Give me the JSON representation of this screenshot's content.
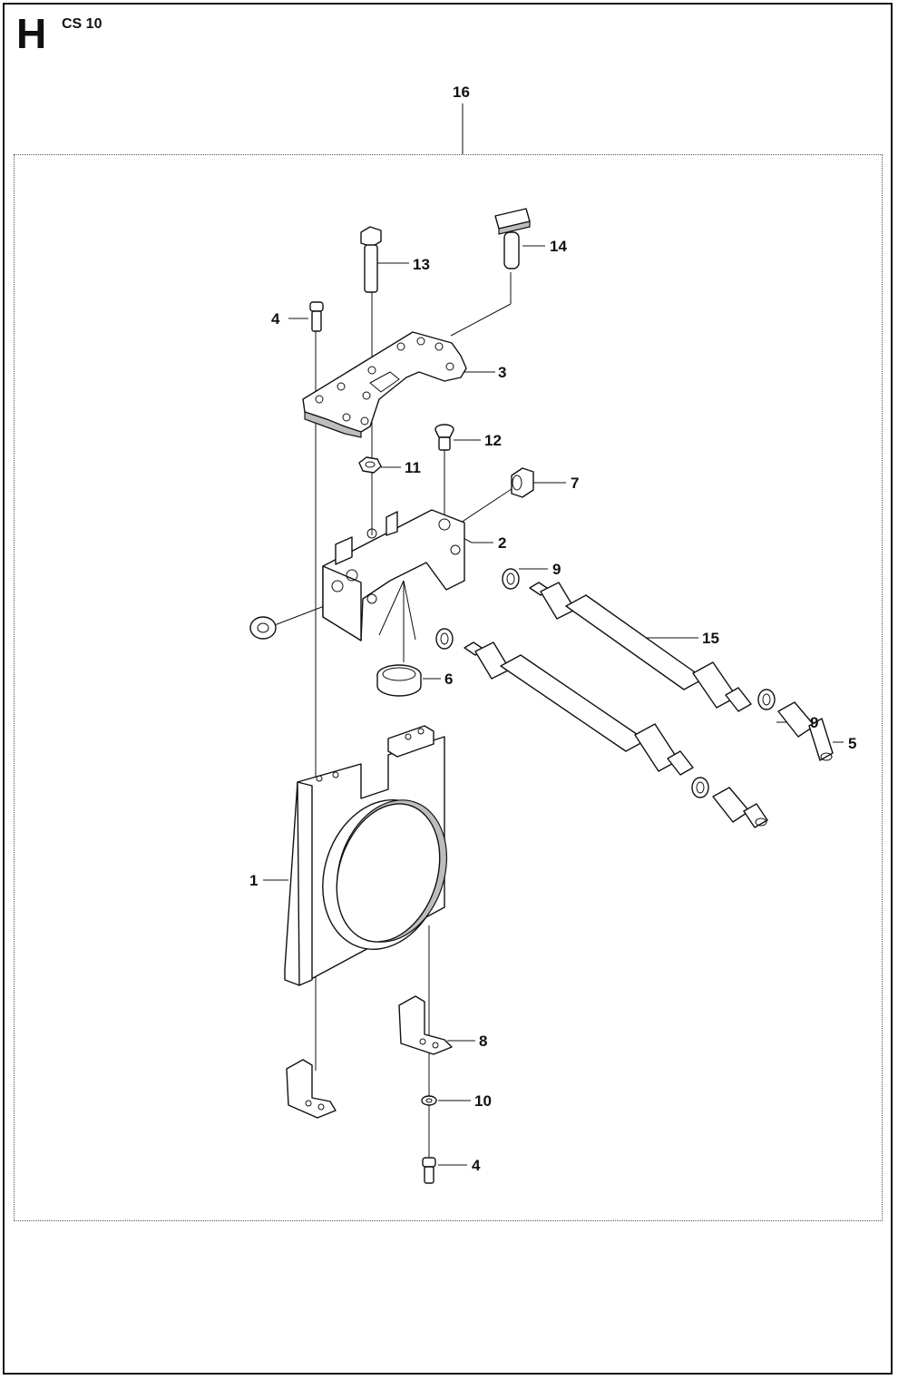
{
  "header": {
    "section_letter": "H",
    "model": "CS 10"
  },
  "callouts": [
    {
      "id": "c16",
      "label": "16"
    },
    {
      "id": "c14",
      "label": "14"
    },
    {
      "id": "c13",
      "label": "13"
    },
    {
      "id": "c4a",
      "label": "4"
    },
    {
      "id": "c3",
      "label": "3"
    },
    {
      "id": "c12",
      "label": "12"
    },
    {
      "id": "c11",
      "label": "11"
    },
    {
      "id": "c7",
      "label": "7"
    },
    {
      "id": "c2",
      "label": "2"
    },
    {
      "id": "c9a",
      "label": "9"
    },
    {
      "id": "c15",
      "label": "15"
    },
    {
      "id": "c6",
      "label": "6"
    },
    {
      "id": "c9b",
      "label": "9"
    },
    {
      "id": "c5",
      "label": "5"
    },
    {
      "id": "c1",
      "label": "1"
    },
    {
      "id": "c8",
      "label": "8"
    },
    {
      "id": "c10",
      "label": "10"
    },
    {
      "id": "c4b",
      "label": "4"
    }
  ]
}
